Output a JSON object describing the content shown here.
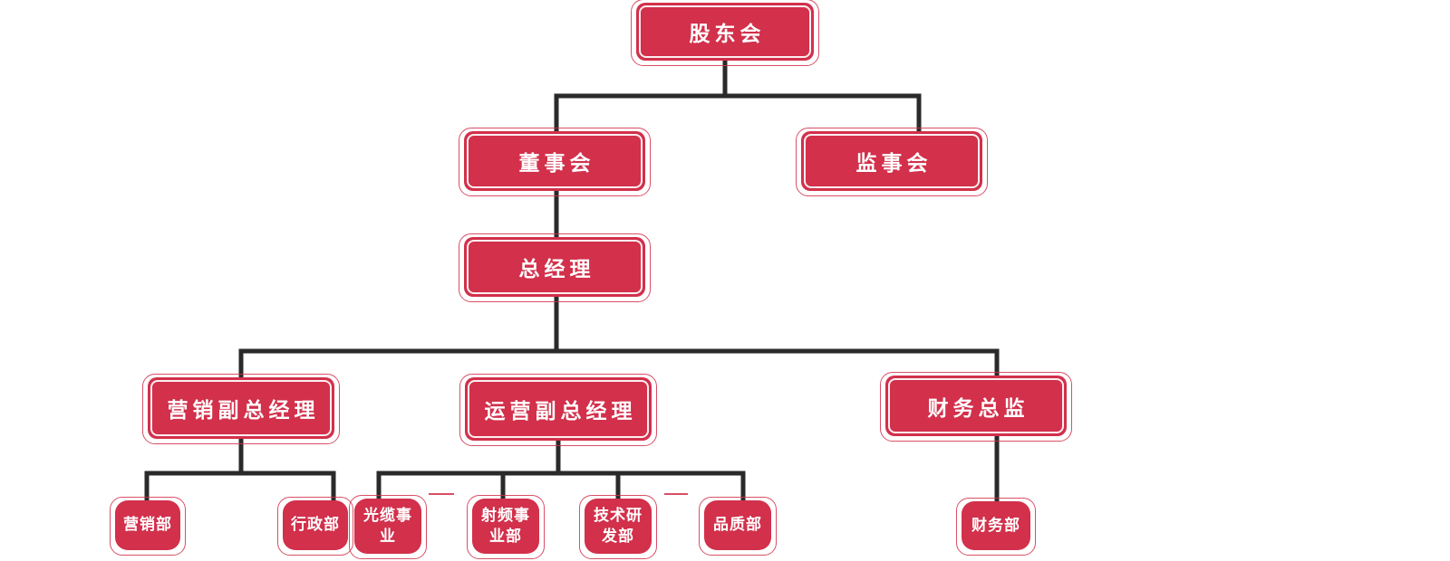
{
  "diagram": {
    "type": "org-chart",
    "background": "#ffffff",
    "colors": {
      "node_fill": "#d2304b",
      "node_inner_stroke": "#ffffff",
      "node_text": "#ffffff",
      "connector": "#2a2a2a",
      "ghost_outline": "#d2304b"
    },
    "nodes": [
      {
        "id": "shareholders-meeting",
        "label": "股东会",
        "reports_to": null
      },
      {
        "id": "board-of-directors",
        "label": "董事会",
        "reports_to": "shareholders-meeting"
      },
      {
        "id": "supervisory-board",
        "label": "监事会",
        "reports_to": "shareholders-meeting"
      },
      {
        "id": "general-manager",
        "label": "总经理",
        "reports_to": "board-of-directors"
      },
      {
        "id": "marketing-vp",
        "label": "营销副总经理",
        "reports_to": "general-manager"
      },
      {
        "id": "operations-vp",
        "label": "运营副总经理",
        "reports_to": "general-manager"
      },
      {
        "id": "finance-director",
        "label": "财务总监",
        "reports_to": "general-manager"
      },
      {
        "id": "marketing-dept",
        "label": "营销部",
        "reports_to": "marketing-vp"
      },
      {
        "id": "admin-dept",
        "label": "行政部",
        "reports_to": "marketing-vp"
      },
      {
        "id": "optical-cable-division",
        "label": "光缆事业",
        "reports_to": "operations-vp"
      },
      {
        "id": "rf-division",
        "label": "射频事业部",
        "reports_to": "operations-vp"
      },
      {
        "id": "rd-dept",
        "label": "技术研发部",
        "reports_to": "operations-vp"
      },
      {
        "id": "quality-dept",
        "label": "品质部",
        "reports_to": "operations-vp"
      },
      {
        "id": "finance-dept",
        "label": "财务部",
        "reports_to": "finance-director"
      }
    ]
  }
}
